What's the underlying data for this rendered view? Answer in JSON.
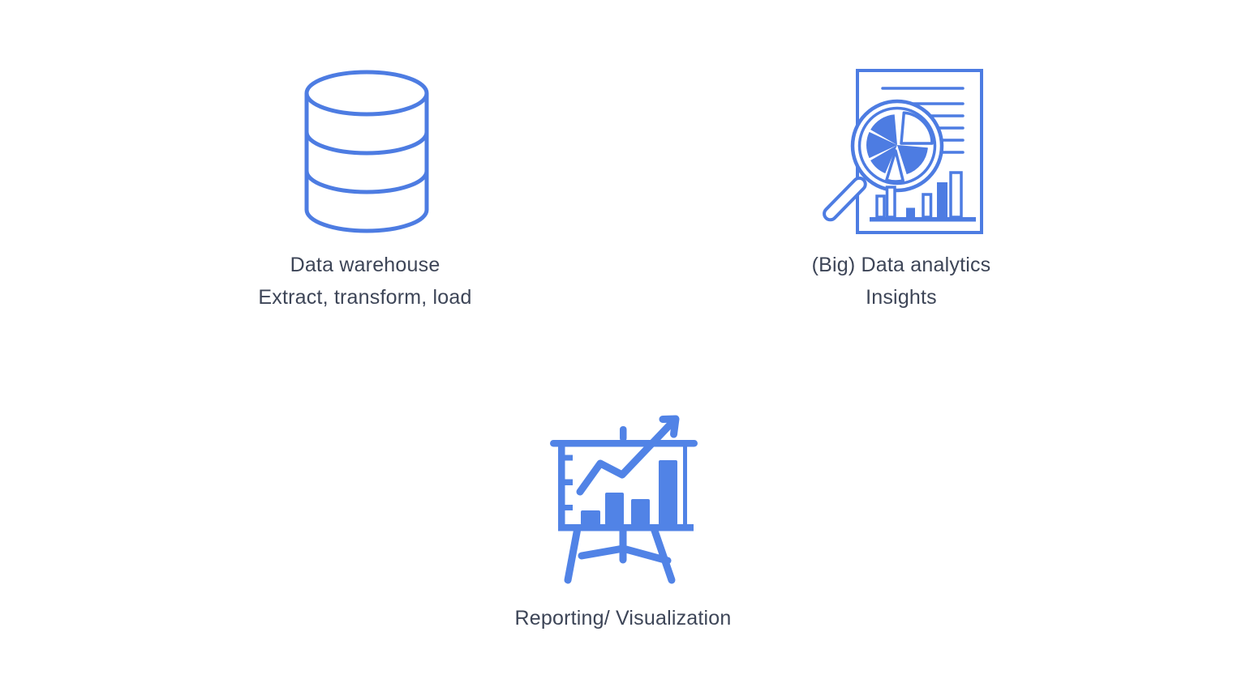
{
  "slide": {
    "background_color": "#ffffff",
    "icon_outline_color": "#4d7ce2",
    "icon_solid_color": "#5183e6",
    "label_text_color": "#3d4557"
  },
  "items": [
    {
      "icon": "database-icon",
      "title": "Data warehouse",
      "subtitle": "Extract, transform, load"
    },
    {
      "icon": "magnifier-analytics-icon",
      "title": "(Big) Data analytics",
      "subtitle": "Insights"
    },
    {
      "icon": "presentation-chart-icon",
      "title": "Reporting/ Visualization"
    }
  ]
}
